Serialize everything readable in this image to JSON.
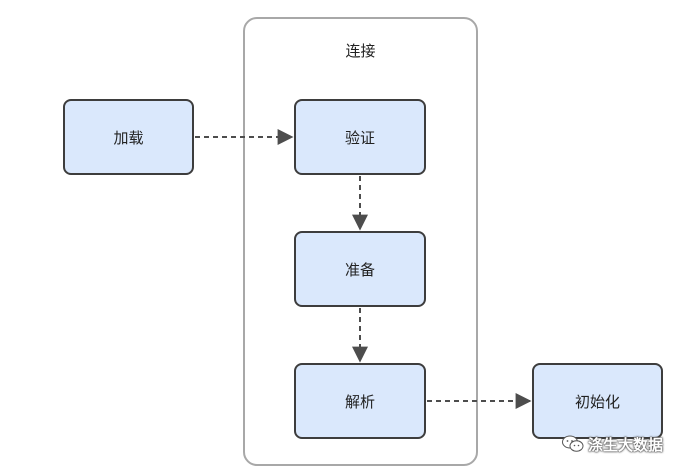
{
  "diagram": {
    "group": {
      "title": "连接"
    },
    "nodes": {
      "load": "加载",
      "verify": "验证",
      "prepare": "准备",
      "parse": "解析",
      "init": "初始化"
    },
    "edges": [
      {
        "from": "load",
        "to": "verify",
        "style": "dashed"
      },
      {
        "from": "verify",
        "to": "prepare",
        "style": "dashed"
      },
      {
        "from": "prepare",
        "to": "parse",
        "style": "dashed"
      },
      {
        "from": "parse",
        "to": "init",
        "style": "dashed"
      }
    ],
    "colors": {
      "node_fill": "#dae8fc",
      "node_border": "#3d3d3d",
      "group_border": "#a8a8a8",
      "edge": "#4d4d4d"
    }
  },
  "watermark": {
    "text": "涤生大数据",
    "icon": "wechat-icon"
  }
}
